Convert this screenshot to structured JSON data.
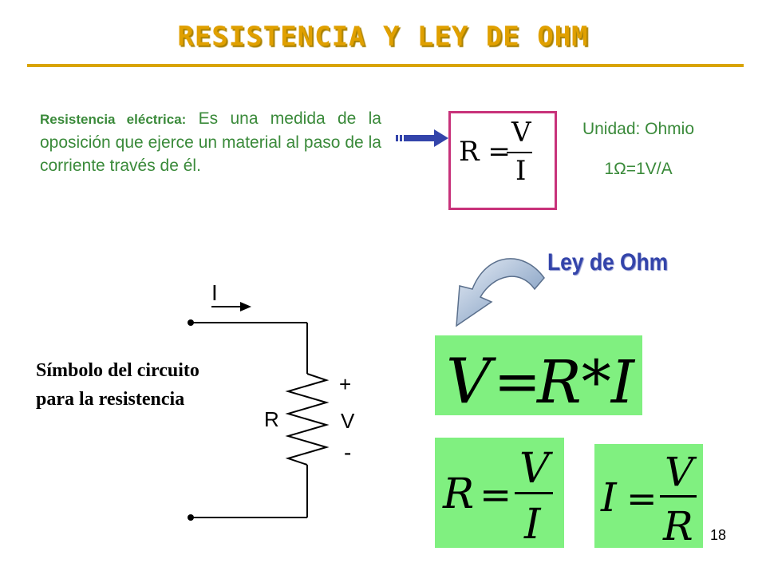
{
  "slide": {
    "title": "RESISTENCIA Y LEY DE OHM",
    "definition": {
      "term": "Resistencia eléctrica:",
      "text": "Es una medida de la oposición que ejerce un material al paso de la corriente través de él."
    },
    "formula_box": {
      "lhs": "R =",
      "numerator": "V",
      "denominator": "I"
    },
    "unit": {
      "label": "Unidad: Ohmio",
      "equivalence": "1Ω=1V/A"
    },
    "ohm_law_title": "Ley de Ohm",
    "circuit": {
      "caption_line1": "Símbolo del circuito",
      "caption_line2": "para la resistencia",
      "current_label": "I",
      "resistor_label": "R",
      "plus": "+",
      "voltage_label": "V",
      "minus": "-"
    },
    "equations": {
      "main": {
        "lhs": "V",
        "eq": "=",
        "rhs": "R*I"
      },
      "for_r": {
        "lhs": "R",
        "eq": "=",
        "numerator": "V",
        "denominator": "I"
      },
      "for_i": {
        "lhs": "I",
        "eq": "=",
        "numerator": "V",
        "denominator": "R"
      }
    },
    "page_number": "18",
    "colors": {
      "title": "#e0a000",
      "body_text": "#3a8a3a",
      "accent_box": "#c8327a",
      "equation_bg": "#80f080",
      "heading_blue": "#3344aa"
    }
  }
}
